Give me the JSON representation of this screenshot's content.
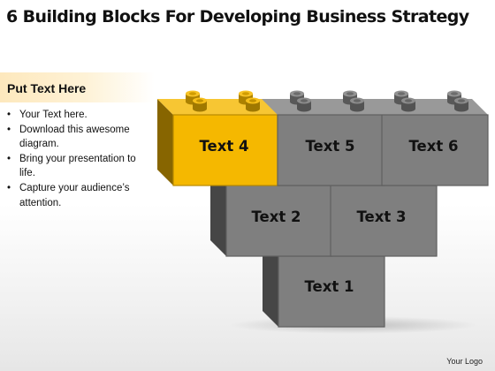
{
  "title": "6 Building Blocks For Developing Business Strategy",
  "sidebar": {
    "heading": "Put Text Here",
    "bullets": [
      "Your Text here.",
      "Download this awesome diagram.",
      "Bring your presentation to life.",
      "Capture your audience’s attention."
    ]
  },
  "blocks": [
    {
      "label": "Text 1",
      "color": "#7f7f7f",
      "highlight": false
    },
    {
      "label": "Text 2",
      "color": "#7f7f7f",
      "highlight": false
    },
    {
      "label": "Text 3",
      "color": "#7f7f7f",
      "highlight": false
    },
    {
      "label": "Text 4",
      "color": "#f5b800",
      "highlight": true
    },
    {
      "label": "Text 5",
      "color": "#7f7f7f",
      "highlight": false
    },
    {
      "label": "Text 6",
      "color": "#7f7f7f",
      "highlight": false
    }
  ],
  "logo": "Your Logo",
  "colors": {
    "accent": "#f5b800",
    "block_gray": "#7f7f7f",
    "header_band": "#fde8bd"
  }
}
